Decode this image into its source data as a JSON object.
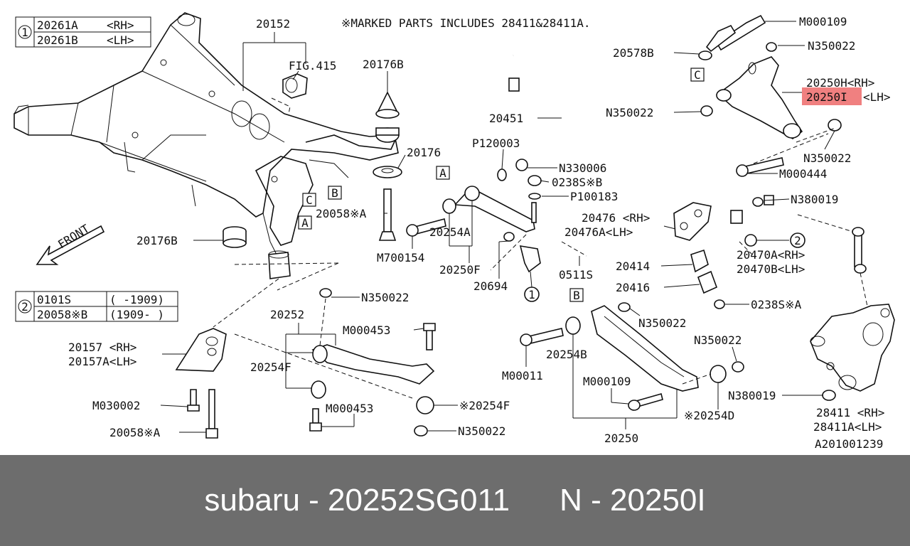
{
  "header_note": "※MARKED PARTS INCLUDES 28411&28411A.",
  "legend1": {
    "num": "1",
    "rows": [
      [
        "20261A",
        "<RH>"
      ],
      [
        "20261B",
        "<LH>"
      ]
    ]
  },
  "legend2": {
    "num": "2",
    "rows": [
      [
        "0101S",
        "( -1909)"
      ],
      [
        "20058※B",
        "(1909- )"
      ]
    ]
  },
  "front_label": "FRONT",
  "highlight_color": "#f08080",
  "labels": {
    "l20152": "20152",
    "fig415": "FIG.415",
    "l20176B_top": "20176B",
    "l20176": "20176",
    "l20058A_mid": "20058※A",
    "m700154": "M700154",
    "l20254A": "20254A",
    "l20250F": "20250F",
    "l20694": "20694",
    "p120003": "P120003",
    "n330006": "N330006",
    "l0238SB": "0238S※B",
    "p100183": "P100183",
    "l0511S": "0511S",
    "l20451": "20451",
    "l20578B": "20578B",
    "m000109_top": "M000109",
    "n350022_top": "N350022",
    "l20250H": "20250H<RH>",
    "l20250I": "20250I",
    "lh_suffix": "<LH>",
    "n350022_a": "N350022",
    "n350022_b": "N350022",
    "m000444": "M000444",
    "n380019_top": "N380019",
    "l20476": "20476 <RH>",
    "l20476A": "20476A<LH>",
    "l20470A": "20470A<RH>",
    "l20470B": "20470B<LH>",
    "l20414": "20414",
    "l20416": "20416",
    "l0238SA": "0238S※A",
    "n350022_c": "N350022",
    "n350022_d": "N350022",
    "n380019_bot": "N380019",
    "l28411": "28411 <RH>",
    "l28411A": "28411A<LH>",
    "a201001239": "A201001239",
    "l20176B_left": "20176B",
    "n350022_mid": "N350022",
    "l20252": "20252",
    "m000453_top": "M000453",
    "l20157": "20157 <RH>",
    "l20157A": "20157A<LH>",
    "l20254F": "20254F",
    "m030002": "M030002",
    "m000453_bot": "M000453",
    "l20254F_mark": "※20254F",
    "n350022_bot": "N350022",
    "l20058A_bot": "20058※A",
    "m00011": "M00011",
    "l20254B": "20254B",
    "m000109_bot": "M000109",
    "l20254D": "※20254D",
    "l20250": "20250"
  },
  "circle_refs": {
    "c1": "1",
    "c2": "2"
  },
  "tags": {
    "A": "A",
    "B": "B",
    "C": "C"
  },
  "footer": {
    "left": "subaru - 20252SG011",
    "right": "N - 20250I"
  }
}
